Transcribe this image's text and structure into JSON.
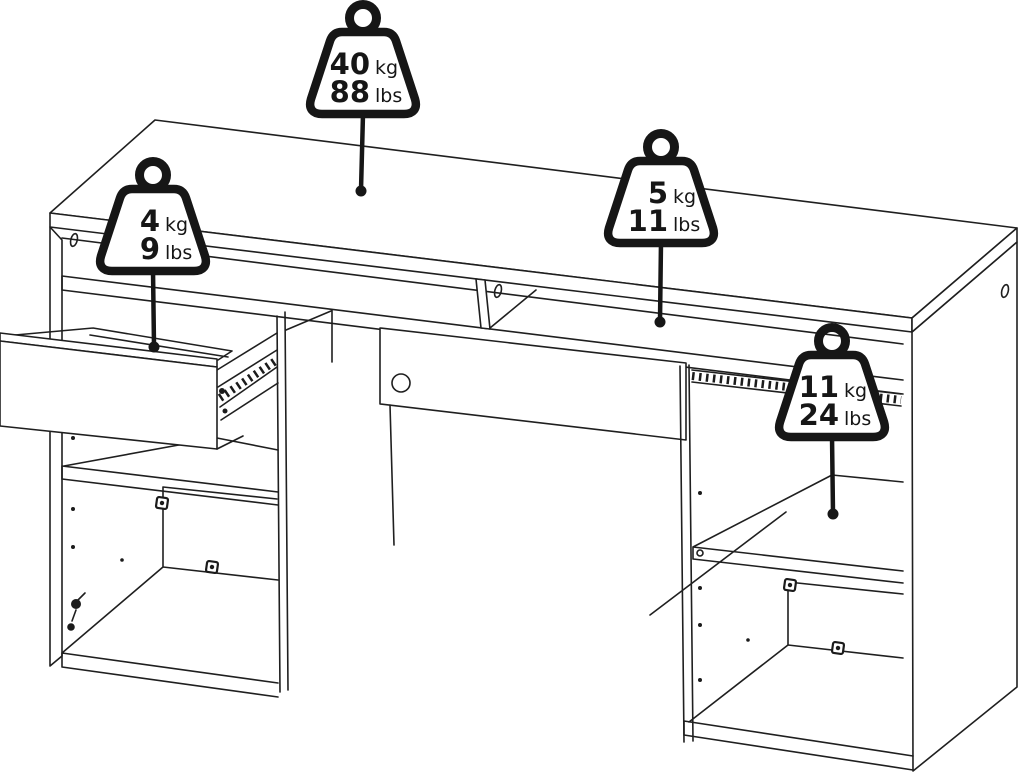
{
  "page": {
    "background_color": "#ffffff",
    "line_color": "#1f1f1f",
    "badge_color": "#161616"
  },
  "weight_badges": [
    {
      "icon": "weight-kettlebell-icon",
      "points_to": "desktop-surface",
      "kg_value": "40",
      "kg_unit": "kg",
      "lbs_value": "88",
      "lbs_unit": "lbs"
    },
    {
      "icon": "weight-kettlebell-icon",
      "points_to": "open-drawer",
      "kg_value": "4",
      "kg_unit": "kg",
      "lbs_value": "9",
      "lbs_unit": "lbs"
    },
    {
      "icon": "weight-kettlebell-icon",
      "points_to": "under-desktop-shelf",
      "kg_value": "5",
      "kg_unit": "kg",
      "lbs_value": "11",
      "lbs_unit": "lbs"
    },
    {
      "icon": "weight-kettlebell-icon",
      "points_to": "right-pedestal-shelf",
      "kg_value": "11",
      "kg_unit": "kg",
      "lbs_value": "24",
      "lbs_unit": "lbs"
    }
  ]
}
